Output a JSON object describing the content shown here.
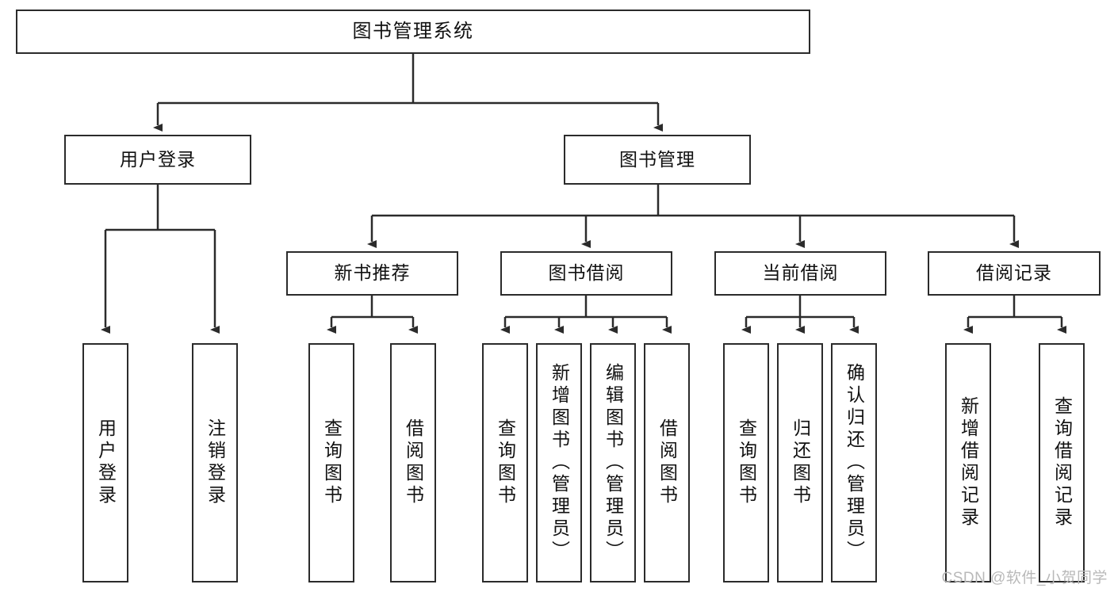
{
  "diagram": {
    "title": "图书管理系统",
    "type": "tree-hierarchy-chart",
    "arrow_color": "#2b2b2b",
    "box_border_color": "#2b2b2b",
    "box_fill_color": "#ffffff",
    "text_color": "#111111"
  },
  "root": {
    "label": "图书管理系统"
  },
  "level2": [
    {
      "label": "用户登录"
    },
    {
      "label": "图书管理"
    }
  ],
  "level3": [
    {
      "label": "新书推荐"
    },
    {
      "label": "图书借阅"
    },
    {
      "label": "当前借阅"
    },
    {
      "label": "借阅记录"
    }
  ],
  "leaves": {
    "user_login": [
      {
        "label": "用户登录"
      },
      {
        "label": "注销登录"
      }
    ],
    "new_book_recommend": [
      {
        "label": "查询图书"
      },
      {
        "label": "借阅图书"
      }
    ],
    "book_borrow": [
      {
        "label": "查询图书"
      },
      {
        "label": "新增图书（管理员）"
      },
      {
        "label": "编辑图书（管理员）"
      },
      {
        "label": "借阅图书"
      }
    ],
    "current_borrow": [
      {
        "label": "查询图书"
      },
      {
        "label": "归还图书"
      },
      {
        "label": "确认归还（管理员）"
      }
    ],
    "borrow_record": [
      {
        "label": "新增借阅记录"
      },
      {
        "label": "查询借阅记录"
      }
    ]
  },
  "watermark": {
    "text": "CSDN @软件_小贺同学"
  }
}
